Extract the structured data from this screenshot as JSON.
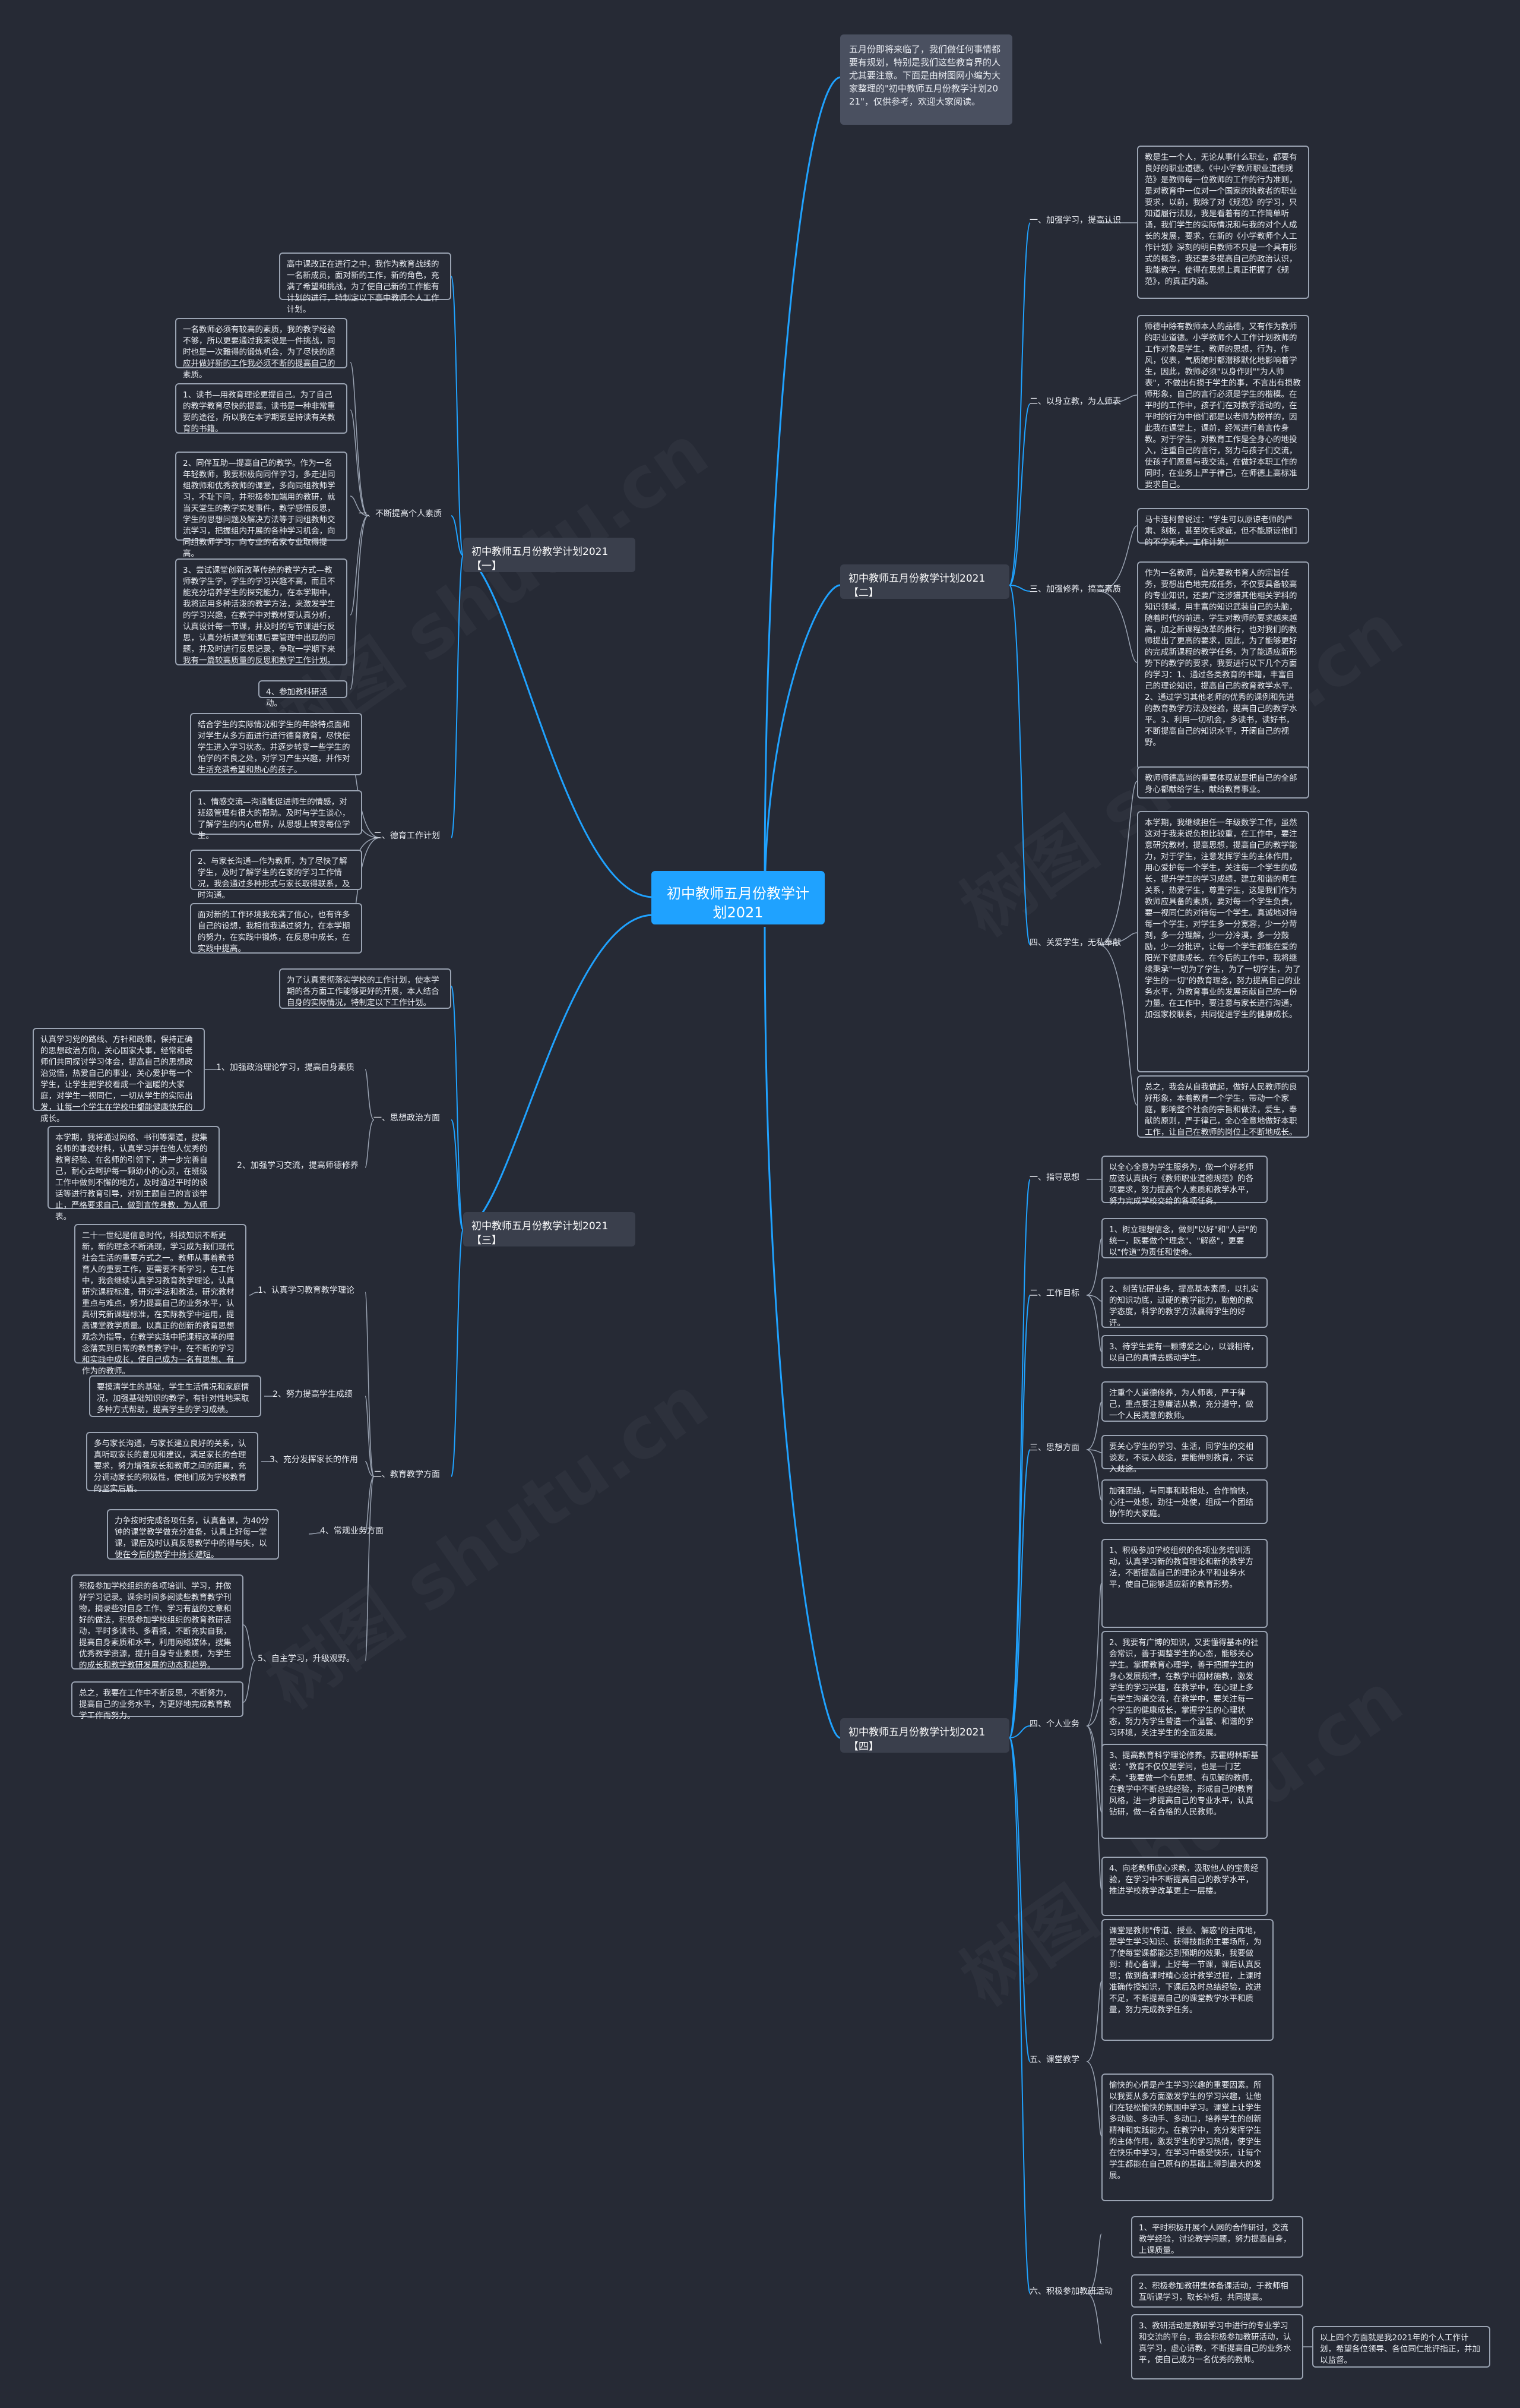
{
  "intro": "五月份即将来临了，我们做任何事情都要有规划，特别是我们这些教育界的人尤其要注意。下面是由树图网小编为大家整理的\"初中教师五月份教学计划2021\"，仅供参考，欢迎大家阅读。",
  "root": "初中教师五月份教学计划2021",
  "sections": {
    "s1": {
      "title": "初中教师五月份教学计划2021【一】",
      "intro": "高中课改正在进行之中，我作为教育战线的一名新成员，面对新的工作，新的角色，充满了希望和挑战，为了使自己新的工作能有计划的进行，特制定以下高中教师个人工作计划。",
      "b1": {
        "label": "一、不断提高个人素质",
        "l1": "一名教师必须有较高的素质，我的教学经验不够，所以更要通过我来说是一件挑战，同时也是一次難得的锻炼机会，为了尽快的适应并做好新的工作我必须不断的提高自己的素质。",
        "l2": "1、读书—用教育理论更提自己。为了自己的教学教育尽快的提高，读书是一种非常重要的途径，所以我在本学期要坚持读有关教育的书籍。",
        "l3": "2、同伴互助—提高自己的教学。作为一名年轻教师，我要积极向同伴学习，多走进同组教师和优秀教师的课堂，多向同组教师学习，不耻下问，并积极参加端用的教研，就当天堂生的教学实发事件，教学感悟反思，学生的思想问题及解决方法等于同组教师交流学习，把握组内开展的各种学习机会，向同组教师学习，向专业的名家专业取得提高。",
        "l4": "3、尝试课堂创新改革传统的教学方式—教师教学生学，学生的学习兴趣不高，而且不能充分培养学生的探究能力，在本学期中，我将运用多种活泼的教学方法，来激发学生的学习兴趣，在教学中对教材要认真分析，认真设计每一节课，并及时的写节课进行反思，认真分析课堂和课后要管理中出现的问题，并及时进行反思记录，争取一学期下来我有一篇较高质量的反思和教学工作计划。",
        "l5": "4、参加教科研活动。"
      },
      "b2": {
        "label": "二、德育工作计划",
        "l1": "结合学生的实际情况和学生的年龄特点面和对学生从多方面进行进行德育教育，尽快使学生进入学习状态。并逐步转变一些学生的怕学的不良之处，对学习产生兴趣，并作对生活充满希望和热心的孩子。",
        "l2": "1、情感交流—沟通能促进师生的情感，对班级管理有很大的帮助。及时与学生谈心，了解学生的内心世界，从思想上转变每位学生。",
        "l3": "2、与家长沟通—作为教师，为了尽快了解学生，及时了解学生的在家的学习工作情况，我会通过多种形式与家长取得联系，及时沟通。",
        "l4": "面对新的工作环境我充满了信心，也有许多自己的设想，我相信我通过努力，在本学期的努力，在实践中锻炼，在反思中成长，在实践中提高。"
      }
    },
    "s2": {
      "title": "初中教师五月份教学计划2021【二】",
      "b1": {
        "label": "一、加强学习，提高认识",
        "l1": "教是生一个人，无论从事什么职业，都要有良好的职业道德。《中小学教师职业道德规范》是教师每一位教师的工作的行为准则，是对教育中一位对一个国家的执教者的职业要求，以前，我除了对《规范》的学习，只知道履行法规，我是看着有的工作简单听诵，我们学生的实际情况和与我的对个人成长的发展，要求，在新的《小学教师个人工作计划》深刻的明白教师不只是一个具有形式的概念，我还要多提高自己的政治认识，我能教学，使得在思想上真正把握了《规范》，的真正内涵。",
        "l2": ""
      },
      "b2": {
        "label": "二、以身立教，为人师表",
        "l1": "师德中除有教师本人的品德，又有作为教师的职业道德。小学教师个人工作计划教师的工作对象是学生，教师的思想，行为，作风，仪表，气质随时都潜移默化地影响着学生，因此，教师必须\"以身作则\"\"为人师表\"，不做出有损于学生的事，不言出有损教师形象，自己的言行必须是学生的楷模。在平时的工作中，孩子们在对教学活动的，在平时的行为中他们都是以老师为榜样的，因此我在课堂上，课前，经常进行着言传身教。对于学生，对教育工作是全身心的地投入，注重自己的言行，努力与孩子们交流，使孩子们愿意与我交流，在做好本职工作的同时，在业务上严于律己，在师德上高标准要求自己。",
        "l2": ""
      },
      "b3": {
        "label": "三、加强修养，搞高素质",
        "l1": "马卡连柯曾说过：\"学生可以原谅老师的严肃、刻板，甚至吹毛求疵，但不能原谅他们的不学无术，工作计划\"",
        "l2": "作为一名教师，首先要教书育人的宗旨任务，要想出色地完成任务，不仅要具备较高的专业知识，还要广泛涉猎其他相关学科的知识领域，用丰富的知识武装自己的头脑，随着时代的前进，学生对教师的要求越来越高，加之新课程改革的推行，也对我们的教师提出了更高的要求，因此，为了能够更好的完成新课程的教学任务，为了能适应新形势下的教学的要求，我要进行以下几个方面的学习：1、通过各类教育的书籍，丰富自己的理论知识，提高自己的教育教学水平。2、通过学习其他老师的优秀的课例和先进的教育教学方法及经验，提高自己的教学水平。3、利用一切机会，多读书，读好书，不断提高自己的知识水平，开阔自己的视野。"
      },
      "b4": {
        "label": "四、关爱学生，无私奉献",
        "l1": "教师师德高尚的重要体现就是把自己的全部身心都献给学生，献给教育事业。",
        "l2": "本学期，我继续担任一年级数学工作，虽然这对于我来说负担比较重，在工作中，要注意研究教材，提高思想，提高自己的教学能力，对于学生，注意发挥学生的主体作用，用心爱护每一个学生，关注每一个学生的成长，提升学生的学习成绩，建立和谐的师生关系，热爱学生，尊重学生，这是我们作为教师应具备的素质，要对每一个学生负责，要一视同仁的对待每一个学生。真诚地对待每一个学生，对学生多一分宽容，少一分苛刻，多一分理解，少一分冷漠，多一分鼓励，少一分批评，让每一个学生都能在爱的阳光下健康成长。在今后的工作中，我将继续秉承\"一切为了学生，为了一切学生，为了学生的一切\"的教育理念，努力提高自己的业务水平，为教育事业的发展贡献自己的一份力量。在工作中，要注意与家长进行沟通，加强家校联系，共同促进学生的健康成长。",
        "l3": "总之，我会从自我做起，做好人民教师的良好形象，本着教育一个学生，带动一个家庭，影响整个社会的宗旨和做法，爱生，奉献的原则，严于律己，全心全意地做好本职工作，让自己在教师的岗位上不断地成长。"
      }
    },
    "s3": {
      "title": "初中教师五月份教学计划2021【三】",
      "intro": "为了认真贯彻落实学校的工作计划，使本学期的各方面工作能够更好的开展，本人结合自身的实际情况，特制定以下工作计划。",
      "b1": {
        "label": "一、思想政治方面",
        "c1": {
          "label": "1、加强政治理论学习，提高自身素质",
          "l1": "认真学习党的路线、方针和政策，保持正确的思想政治方向，关心国家大事，经常和老师们共同探讨学习体会，提高自己的思想政治觉悟，热爱自己的事业，关心爱护每一个学生，让学生把学校看成一个温暖的大家庭，对学生一视同仁，一切从学生的实际出发，让每一个学生在学校中都能健康快乐的成长。"
        },
        "c2": {
          "label": "2、加强学习交流，提高师德修养",
          "l1": "本学期，我将通过网络、书刊等渠道，搜集名师的事迹材料，认真学习并在他人优秀的教育经验、在名师的引领下，进一步完善自己，耐心去呵护每一颗幼小的心灵，在班级工作中做到不懈的地方，及时通过平时的谈话等进行教育引导，对别主题自己的言谈举止，严格要求自己，做到言传身教，为人师表。"
        }
      },
      "b2": {
        "label": "二、教育教学方面",
        "c1": {
          "label": "1、认真学习教育教学理论",
          "l1": "二十一世纪是信息时代，科技知识不断更新，新的理念不断涌现，学习成为我们现代社会生活的重要方式之一。教师从事着教书育人的重要工作，更需要不断学习，在工作中，我会继续认真学习教育教学理论，认真研究课程标准，研究学法和教法，研究教材重点与难点，努力提高自己的业务水平，认真研究新课程标准，在实际教学中运用，提高课堂教学质量。以真正的创新的教育思想观念为指导，在教学实践中把课程改革的理念落实到日常的教育教学中，在不断的学习和实践中成长，使自己成为一名有思想、有作为的教师。"
        },
        "c2": {
          "label": "2、努力提高学生成绩",
          "l1": "要摸清学生的基础，学生生活情况和家庭情况，加强基础知识的教学，有针对性地采取多种方式帮助，提高学生的学习成绩。"
        },
        "c3": {
          "label": "3、充分发挥家长的作用",
          "l1": "多与家长沟通，与家长建立良好的关系，认真听取家长的意见和建议，满足家长的合理要求，努力增强家长和教师之间的距离，充分调动家长的积极性，使他们成为学校教育的坚实后盾。"
        },
        "c4": {
          "label": "4、常规业务方面",
          "l1": "力争按时完成各项任务，认真备课，为40分钟的课堂教学做充分准备，认真上好每一堂课，课后及时认真反思教学中的得与失，以便在今后的教学中扬长避短。"
        },
        "c5": {
          "label": "5、自主学习，升级观野。",
          "l1": "积极参加学校组织的各项培训、学习，并做好学习记录。课余时间多阅读些教育教学刊物，摘录些对自身工作、学习有益的文章和好的做法，积极参加学校组织的教育教研活动，平时多读书、多看报，不断充实自我，提高自身素质和水平，利用网络媒体，搜集优秀教学资源，提升自身专业素质，为学生的成长和教学教研发展的动态和趋势。",
          "l2": "总之，我要在工作中不断反思，不断努力，提高自己的业务水平，为更好地完成教育教学工作而努力。"
        }
      }
    },
    "s4": {
      "title": "初中教师五月份教学计划2021【四】",
      "b1": {
        "label": "一、指导思想",
        "l1": "以全心全意为学生服务为，做一个好老师应该认真执行《教师职业道德规范》的各项要求，努力提高个人素质和教学水平，努力完成学校交给的各项任务。"
      },
      "b2": {
        "label": "二、工作目标",
        "l1": "1、树立理想信念，做到\"以好\"和\"人异\"的统一，既要做个\"理念\"、\"解惑\"，更要以\"传道\"为责任和使命。",
        "l2": "2、刻苦钻研业务，提高基本素质，以扎实的知识功底，过硬的教学能力，勤勉的教学态度，科学的教学方法赢得学生的好评。",
        "l3": "3、待学生要有一颗博爱之心，以诚相待，以自己的真情去感动学生。"
      },
      "b3": {
        "label": "三、思想方面",
        "l1": "注重个人道德修养，为人师表，严于律己，重点要注意廉洁从教，充分遵守，做一个人民满意的教师。",
        "l2": "要关心学生的学习、生活，同学生的交相谈友，不误入歧途，要能伸到教育，不误入歧途。",
        "l3": "加强团结，与同事和睦相处，合作愉快，心往一处想，劲往一处使，组成一个团结协作的大家庭。"
      },
      "b4": {
        "label": "四、个人业务",
        "l1": "1、积极参加学校组织的各项业务培训活动，认真学习新的教育理论和新的教学方法，不断提高自己的理论水平和业务水平，使自己能够适应新的教育形势。",
        "l2": "2、我要有广博的知识，又要懂得基本的社会常识，善于调整学生的心态，能够关心学生。掌握教育心理学，善于把握学生的身心发展规律，在教学中因材施教，激发学生的学习兴趣，在教学中，在心理上多与学生沟通交流，在教学中，要关注每一个学生的健康成长，掌握学生的心理状态，努力为学生营造一个温馨、和谐的学习环境，关注学生的全面发展。",
        "l3": "3、提高教育科学理论修养。苏霍姆林斯基说：\"教育不仅仅是学问，也是一门艺术。\"我要做一个有思想、有见解的教师，在教学中不断总结经验，形成自己的教育风格，进一步提高自己的专业水平，认真钻研，做一名合格的人民教师。",
        "l4": "4、向老教师虚心求教，汲取他人的宝贵经验，在学习中不断提高自己的教学水平，推进学校教学改革更上一层楼。"
      },
      "b5": {
        "label": "五、课堂教学",
        "l1": "课堂是教师\"传道、授业、解惑\"的主阵地，是学生学习知识、获得技能的主要场所，为了使每堂课都能达到预期的效果，我要做到：精心备课，上好每一节课，课后认真反思；做到备课时精心设计教学过程，上课时准确传授知识，下课后及时总结经验，改进不足，不断提高自己的课堂教学水平和质量，努力完成教学任务。",
        "l2": "愉快的心情是产生学习兴趣的重要因素。所以我要从多方面激发学生的学习兴趣，让他们在轻松愉快的氛围中学习。课堂上让学生多动脑、多动手、多动口，培养学生的创新精神和实践能力。在教学中，充分发挥学生的主体作用，激发学生的学习热情，使学生在快乐中学习，在学习中感受快乐，让每个学生都能在自己原有的基础上得到最大的发展。"
      },
      "b6": {
        "label": "六、积极参加教研活动",
        "l1": "1、平时积极开展个人网的合作研讨，交流教学经验，讨论教学问题，努力提高自身，上课质量。",
        "l2": "2、积极参加教研集体备课活动，于教师相互听课学习，取长补短，共同提高。",
        "l3": "3、教研活动是教研学习中进行的专业学习和交流的平台，我会积极参加教研活动，认真学习，虚心请教，不断提高自己的业务水平，使自己成为一名优秀的教师。",
        "l4": "以上四个方面就是我2021年的个人工作计划，希望各位领导、各位同仁批评指正，并加以监督。"
      }
    }
  },
  "watermark": "树图 shutu.cn"
}
